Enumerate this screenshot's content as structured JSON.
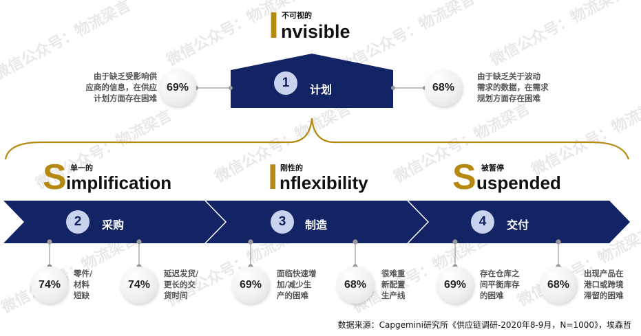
{
  "header": {
    "zh": "不可视的",
    "letter": "I",
    "rest": "nvisible"
  },
  "plan": {
    "number": "1",
    "label": "计划",
    "left": {
      "percent": "69%",
      "text": [
        "由于缺乏受影响供",
        "应商的信息，在供应",
        "计划方面存在困难"
      ]
    },
    "right": {
      "percent": "68%",
      "text": [
        "由于缺乏关于波动",
        "需求的数据，在需求",
        "规划方面存在困难"
      ]
    }
  },
  "headings": [
    {
      "zh": "单一的",
      "letter": "S",
      "rest": "implification"
    },
    {
      "zh": "刚性的",
      "letter": "I",
      "rest": "nflexibility"
    },
    {
      "zh": "被暂停",
      "letter": "S",
      "rest": "uspended"
    }
  ],
  "stages": [
    {
      "number": "2",
      "label": "采购",
      "items": [
        {
          "percent": "74%",
          "text": [
            "零件/",
            "材料",
            "短缺"
          ]
        },
        {
          "percent": "74%",
          "text": [
            "延迟发货/",
            "更长的交",
            "货时间"
          ]
        }
      ]
    },
    {
      "number": "3",
      "label": "制造",
      "items": [
        {
          "percent": "69%",
          "text": [
            "面临快速增",
            "加/减少生",
            "产的困难"
          ]
        },
        {
          "percent": "68%",
          "text": [
            "很难重",
            "新配置",
            "生产线"
          ]
        }
      ]
    },
    {
      "number": "4",
      "label": "交付",
      "items": [
        {
          "percent": "69%",
          "text": [
            "存在仓库之",
            "间平衡库存",
            "的困难"
          ]
        },
        {
          "percent": "68%",
          "text": [
            "出现产品在",
            "港口或跨境",
            "滞留的困难"
          ]
        }
      ]
    }
  ],
  "source": "数据来源：Capgemini研究所《供应链调研-2020年8-9月，N=1000》，埃森哲",
  "watermark": "微信公众号：物流梁言",
  "colors": {
    "navy": "#132464",
    "gold": "#b48a12",
    "badge": "#c9d3ee"
  }
}
